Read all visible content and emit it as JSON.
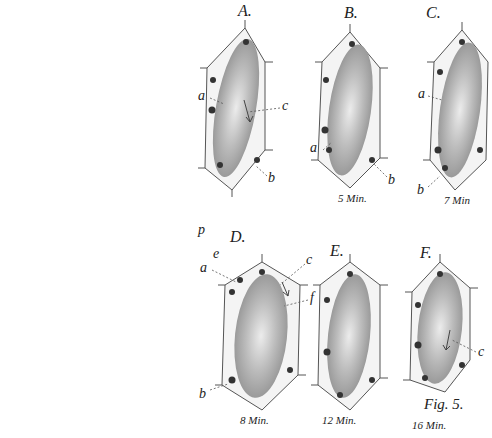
{
  "diagram": {
    "labels": [
      "A.",
      "a",
      "c",
      "b",
      "B.",
      "a",
      "b",
      "5 Min.",
      "C.",
      "a",
      "b",
      "7 Min",
      "p",
      "D.",
      "e",
      "a",
      "c",
      "f",
      "b",
      "8 Min.",
      "E.",
      "12 Min.",
      "F.",
      "c",
      "Fig. 5.",
      "16 Min."
    ]
  }
}
